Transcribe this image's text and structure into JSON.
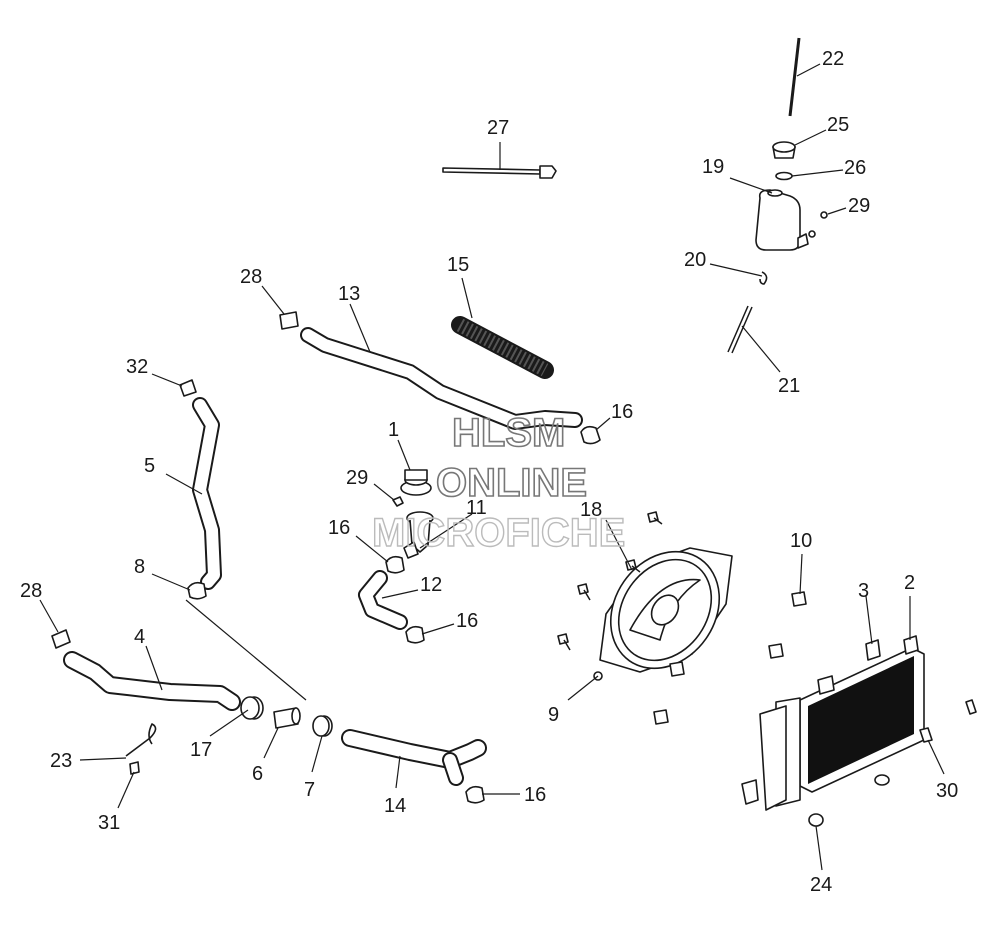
{
  "callouts": [
    "1",
    "2",
    "3",
    "4",
    "5",
    "6",
    "7",
    "8",
    "9",
    "10",
    "11",
    "12",
    "13",
    "14",
    "15",
    "16",
    "17",
    "18",
    "19",
    "20",
    "21",
    "22",
    "23",
    "24",
    "25",
    "26",
    "27",
    "28",
    "29",
    "30",
    "31",
    "32"
  ],
  "watermark": {
    "line1": "HLSM",
    "line2": "ONLINE",
    "line3": "MICROFICHE"
  }
}
